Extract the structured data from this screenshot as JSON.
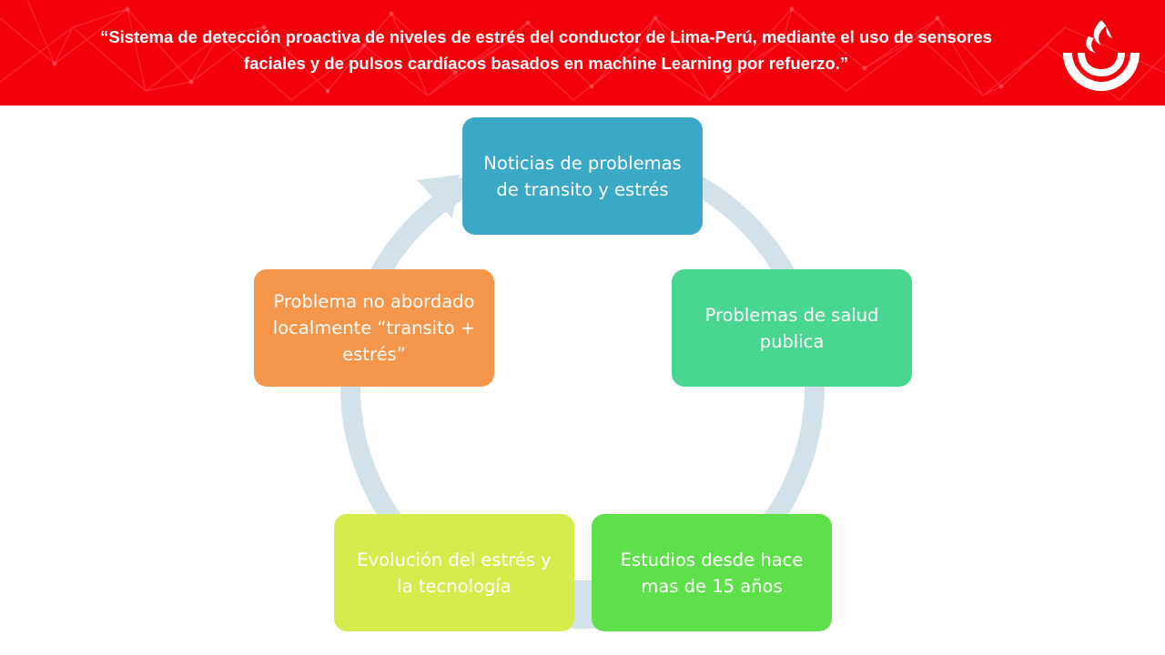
{
  "header": {
    "title": "“Sistema de detección proactiva de niveles de estrés del conductor de Lima-Perú, mediante el uso de sensores faciales y de pulsos cardíacos basados en machine Learning por refuerzo.”",
    "background_color": "#f3000b"
  },
  "logo": {
    "icon": "upc-university-logo"
  },
  "cycle": {
    "ring_color": "#d3e2ea",
    "nodes": [
      {
        "label": "Noticias de problemas de transito y estrés",
        "color": "#3aa9c8"
      },
      {
        "label": "Problemas de salud publica",
        "color": "#49d690"
      },
      {
        "label": "Estudios desde hace mas de 15 años",
        "color": "#5ee04a"
      },
      {
        "label": "Evolución del estrés y la tecnología",
        "color": "#d6ec4d"
      },
      {
        "label": "Problema no abordado localmente “transito + estrés”",
        "color": "#f5964a"
      }
    ]
  }
}
